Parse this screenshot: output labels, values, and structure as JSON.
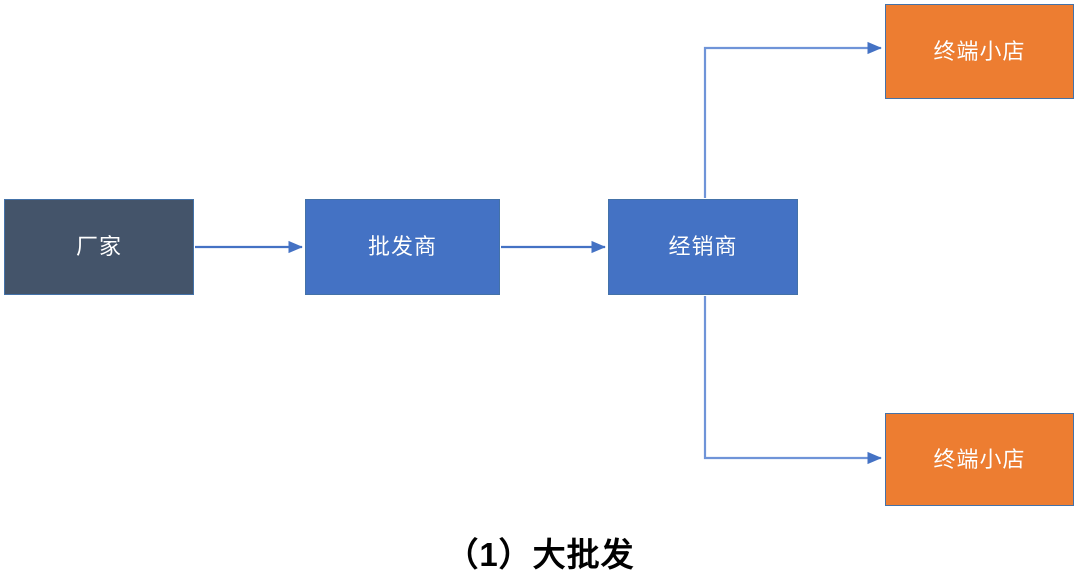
{
  "diagram": {
    "title": "（1）大批发",
    "colors": {
      "factory_fill": "#44546a",
      "node_fill_blue": "#4472c4",
      "store_fill_orange": "#ed7d31",
      "border": "#4472a8",
      "connector": "#4472c4",
      "text_on_node": "#ffffff",
      "caption_text": "#000000",
      "background": "#ffffff"
    },
    "nodes": [
      {
        "id": "factory",
        "label": "厂家",
        "type": "manufacturer"
      },
      {
        "id": "wholesaler",
        "label": "批发商",
        "type": "wholesaler"
      },
      {
        "id": "distributor",
        "label": "经销商",
        "type": "distributor"
      },
      {
        "id": "store_top",
        "label": "终端小店",
        "type": "retail-store"
      },
      {
        "id": "store_bottom",
        "label": "终端小店",
        "type": "retail-store"
      }
    ],
    "edges": [
      {
        "from": "factory",
        "to": "wholesaler",
        "style": "straight-arrow"
      },
      {
        "from": "wholesaler",
        "to": "distributor",
        "style": "straight-arrow"
      },
      {
        "from": "distributor",
        "to": "store_top",
        "style": "elbow-arrow-up"
      },
      {
        "from": "distributor",
        "to": "store_bottom",
        "style": "elbow-arrow-down"
      }
    ]
  }
}
